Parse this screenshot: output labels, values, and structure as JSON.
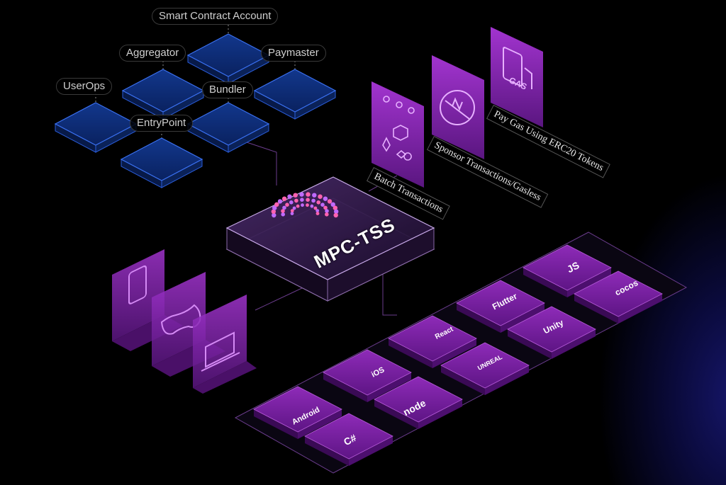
{
  "account_abstraction": {
    "nodes": {
      "smart_contract_account": "Smart Contract Account",
      "aggregator": "Aggregator",
      "paymaster": "Paymaster",
      "userops": "UserOps",
      "bundler": "Bundler",
      "entrypoint": "EntryPoint"
    }
  },
  "features": {
    "batch": "Batch Transactions",
    "sponsor": "Sponsor Transactions/Gasless",
    "gas": "Pay Gas Using ERC20 Tokens",
    "gas_icon_text": "GAS"
  },
  "core": {
    "title": "MPC-TSS"
  },
  "sdks": {
    "js": "JS",
    "cocos": "cocos",
    "flutter": "Flutter",
    "unity": "Unity",
    "react": "React",
    "unreal": "UNREAL",
    "ios": "iOS",
    "node": "node",
    "android": "Android",
    "c_sharp": "C#"
  },
  "colors": {
    "background": "#000000",
    "blue_tile": "#0d2f7a",
    "blue_edge": "#2a5cd8",
    "purple": "#7a1fa0",
    "purple_light": "#b040d8",
    "magenta": "#e040b0"
  }
}
